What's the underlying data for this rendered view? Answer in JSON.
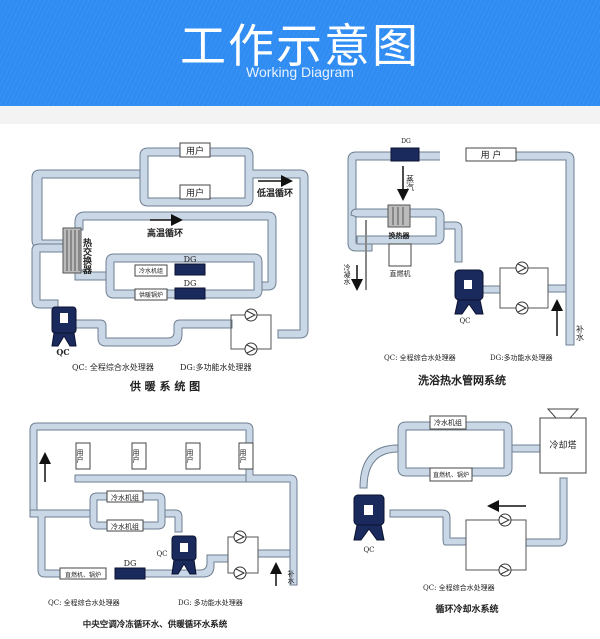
{
  "header": {
    "title": "工作示意图",
    "subtitle": "Working Diagram"
  },
  "colors": {
    "banner": "#2f8cf2",
    "pipe_fill": "#c9d7e6",
    "pipe_edge": "#6f7f90",
    "equipment": "#1b2a5c"
  },
  "panels": [
    {
      "title": "供 暖 系 统 图",
      "labels": {
        "user_1": "用户",
        "user_2": "用户",
        "low_temp_loop": "低温循环",
        "high_temp_loop": "高温循环",
        "heat_exchanger": "热交换器",
        "chiller": "冷水机组",
        "boiler": "供暖锅炉",
        "dg_1": "DG",
        "dg_2": "DG",
        "qc": "QC"
      },
      "legend": {
        "qc": "QC: 全程综合水处理器",
        "dg": "DG:多功能水处理器"
      }
    },
    {
      "title": "洗浴热水管网系统",
      "labels": {
        "dg": "DG",
        "user": "用 户",
        "steam": "蒸汽",
        "heat_exchanger": "换热器",
        "direct_fired": "直燃机",
        "condensate": "冷凝水",
        "qc": "QC",
        "makeup_water": "补水"
      },
      "legend": {
        "qc": "QC: 全程综合水处理器",
        "dg": "DG:多功能水处理器"
      }
    },
    {
      "title": "中央空调冷冻循环水、供暖循环水系统",
      "labels": {
        "users": [
          "用户",
          "用户",
          "用户",
          "用户"
        ],
        "chiller_1": "冷水机组",
        "chiller_2": "冷水机组",
        "direct_fired_boiler": "直燃机、锅炉",
        "dg": "DG",
        "qc": "QC",
        "makeup_water": "补水"
      },
      "legend": {
        "qc": "QC: 全程综合水处理器",
        "dg": "DG: 多功能水处理器"
      }
    },
    {
      "title": "循环冷却水系统",
      "labels": {
        "chiller": "冷水机组",
        "direct_fired_boiler": "直燃机、锅炉",
        "cooling_tower": "冷却塔",
        "qc": "QC"
      },
      "legend": {
        "qc": "QC: 全程综合水处理器"
      }
    }
  ]
}
